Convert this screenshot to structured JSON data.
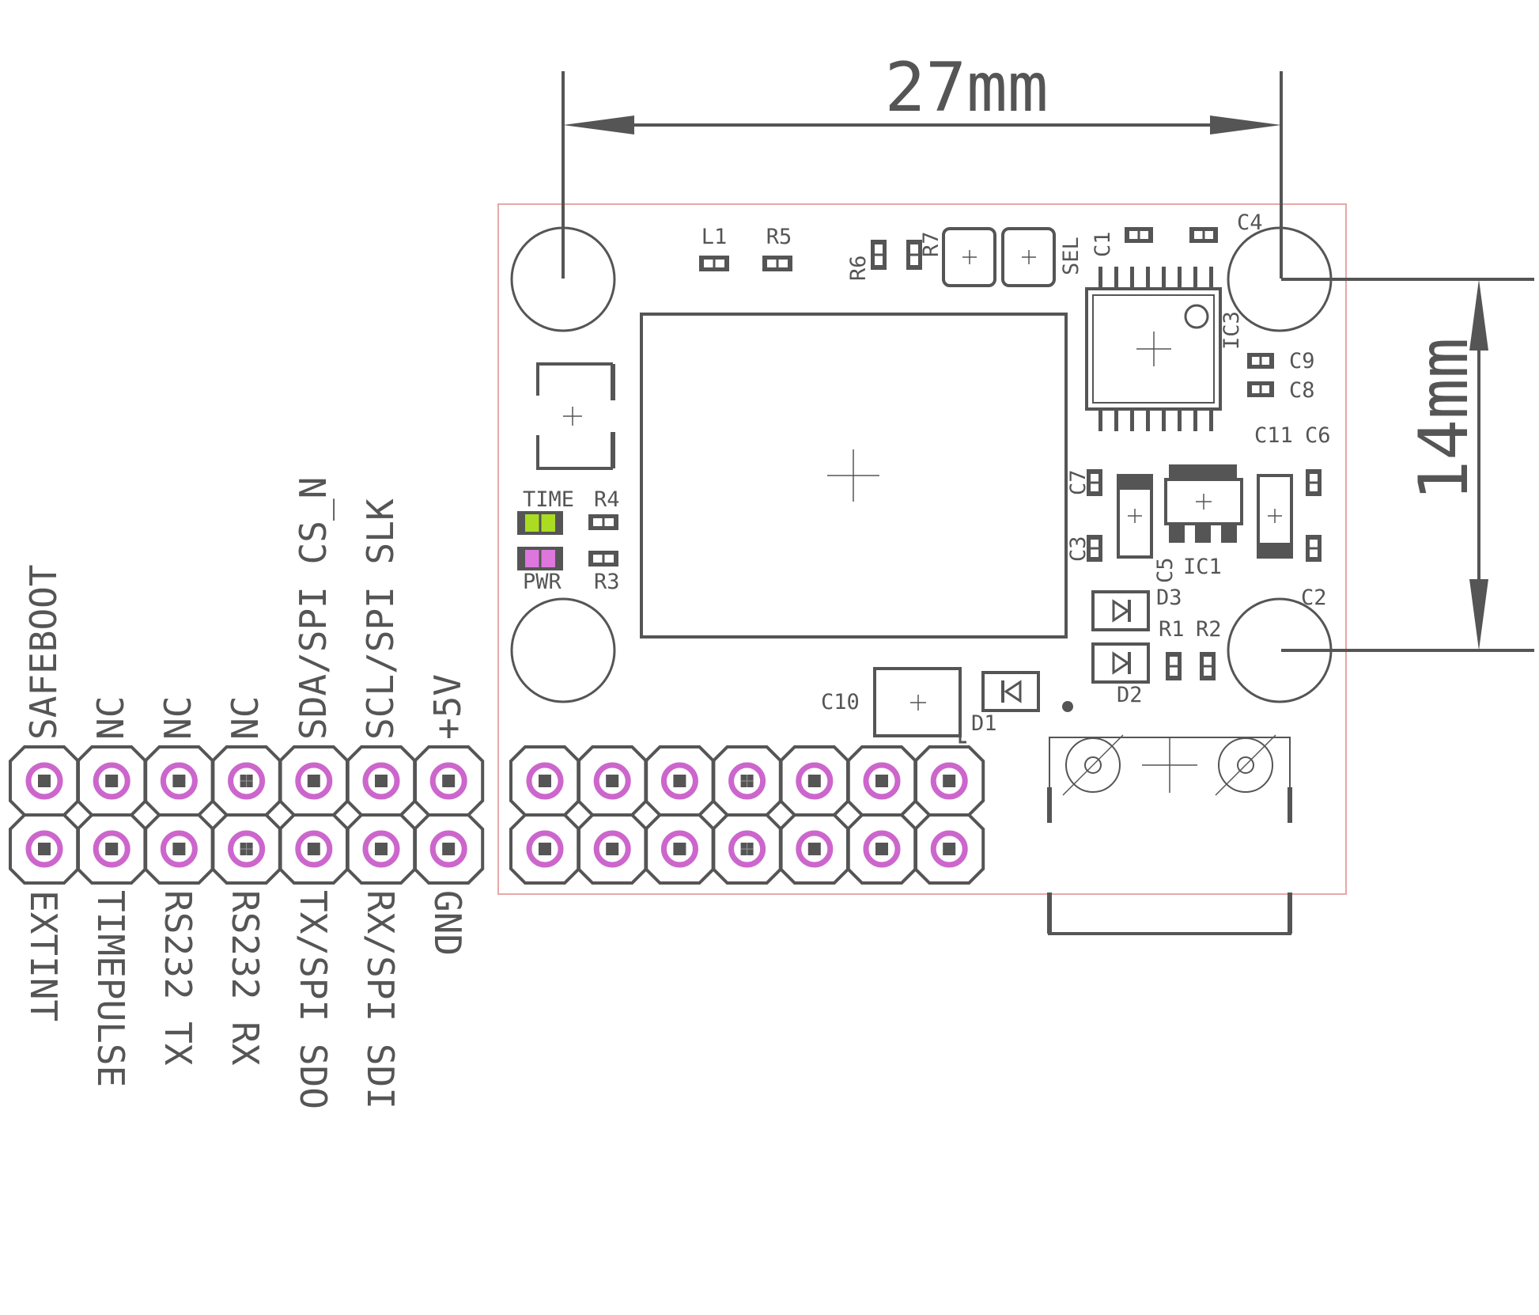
{
  "dimensions": {
    "width": "27mm",
    "height": "14mm"
  },
  "colors": {
    "outline": "#555555",
    "board_edge": "#e6a8a8",
    "plated_hole": "#cc66cc",
    "led_time": "#aadd22",
    "led_pwr": "#dd77dd"
  },
  "designators": {
    "L1": "L1",
    "R5": "R5",
    "R6": "R6",
    "R7": "R7",
    "SEL": "SEL",
    "C1": "C1",
    "C4": "C4",
    "IC3": "IC3",
    "C9": "C9",
    "C8": "C8",
    "C11": "C11",
    "C6": "C6",
    "C7": "C7",
    "C3": "C3",
    "C5": "C5",
    "IC1": "IC1",
    "D3": "D3",
    "R1": "R1",
    "R2": "R2",
    "C2": "C2",
    "D2": "D2",
    "C10": "C10",
    "D1": "D1",
    "TIME": "TIME",
    "R4": "R4",
    "PWR": "PWR",
    "R3": "R3"
  },
  "header_top_labels": [
    "SAFEBOOT",
    "NC",
    "NC",
    "NC",
    "SDA/SPI CS_N",
    "SCL/SPI SLK",
    "+5V"
  ],
  "header_bottom_labels": [
    "EXTINT",
    "TIMEPULSE",
    "RS232 TX",
    "RS232 RX",
    "TX/SPI SDO",
    "RX/SPI SDI",
    "GND"
  ]
}
